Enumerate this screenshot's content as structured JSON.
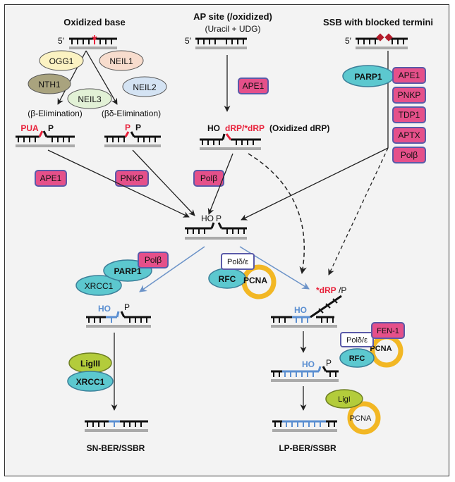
{
  "headers": {
    "oxidized_base": "Oxidized base",
    "ap_site": "AP site (/oxidized)",
    "ap_site_sub": "(Uracil + UDG)",
    "ssb": "SSB with blocked termini"
  },
  "five_prime": "5′",
  "lesion_mark": "*",
  "glycosylases": {
    "ogg1": "OGG1",
    "neil1": "NEIL1",
    "nth1": "NTH1",
    "neil3": "NEIL3",
    "neil2": "NEIL2"
  },
  "elimination": {
    "beta": "(β-Elimination)",
    "beta_delta": "(βδ-Elimination)"
  },
  "termini": {
    "pua": "PUA",
    "p": "P",
    "ho": "HO",
    "drp": "dRP/*dRP",
    "oxidized_drp": "(Oxidized dRP)",
    "star_drp": "*dRP",
    "slash_p": "/P"
  },
  "enzymes": {
    "ape1": "APE1",
    "pnkp": "PNKP",
    "polb": "Polβ",
    "parp1": "PARP1",
    "tdp1": "TDP1",
    "aptx": "APTX",
    "xrcc1": "XRCC1",
    "rfc": "RFC",
    "pcna": "PCNA",
    "pol_de": "Polδ/ε",
    "fen1": "FEN-1",
    "lig3": "LigIII",
    "lig1": "LigI"
  },
  "outcomes": {
    "sn": "SN-BER/SSBR",
    "lp": "LP-BER/SSBR"
  },
  "colors": {
    "enzyme_pink": "#e5508a",
    "enzyme_border": "#5a5aa8",
    "cyan": "#5cc8cf",
    "pcna_ring": "#f2b724",
    "green": "#b3cc3b",
    "lesion_red": "#e8213a",
    "repair_blue": "#5b8fd1",
    "arrow_blue": "#6c93c8"
  }
}
